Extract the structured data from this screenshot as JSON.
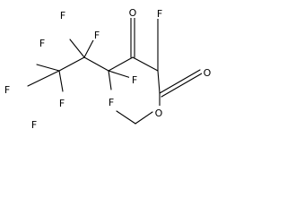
{
  "molecule": {
    "atoms": {
      "F_top_left": "F",
      "F_top_mid": "F",
      "F_left1": "F",
      "F_left2": "F",
      "F_bottom_left": "F",
      "F_mid1": "F",
      "F_mid2": "F",
      "O_ketone": "O",
      "F_alpha": "F",
      "O_ester_carbonyl": "O",
      "O_ester": "O"
    }
  }
}
